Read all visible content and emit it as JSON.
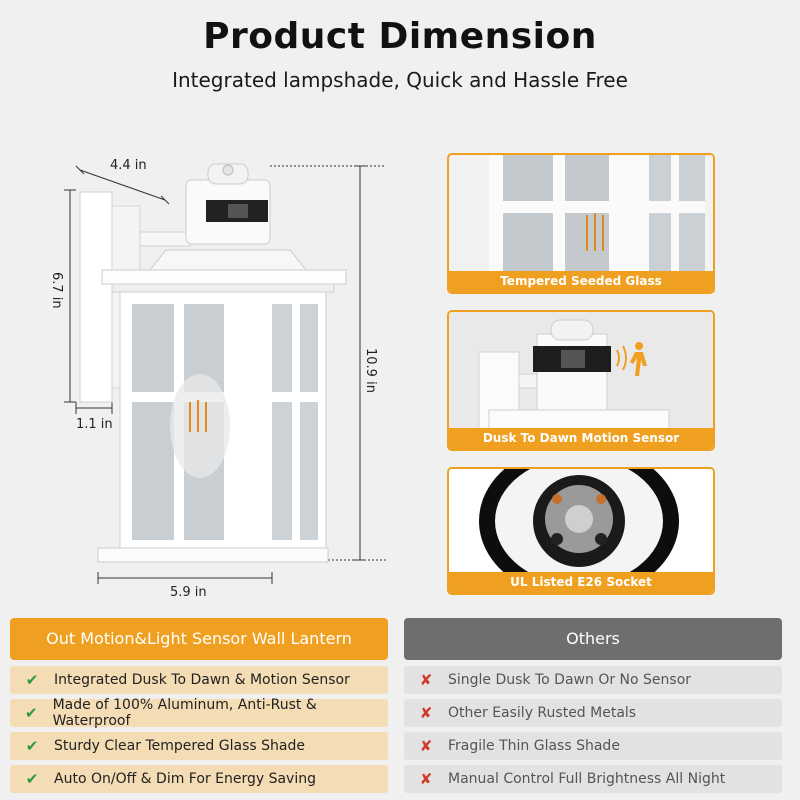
{
  "header": {
    "title": "Product Dimension",
    "subtitle": "Integrated lampshade, Quick and Hassle Free"
  },
  "dimensions": {
    "depth": "4.4 in",
    "back_height": "6.7 in",
    "total_height": "10.9 in",
    "base": "1.1 in",
    "width": "5.9 in"
  },
  "details": [
    {
      "caption": "Tempered Seeded Glass"
    },
    {
      "caption": "Dusk To Dawn Motion Sensor"
    },
    {
      "caption": "UL Listed E26 Socket"
    }
  ],
  "comparison": {
    "ours": {
      "title": "Out Motion&Light Sensor Wall Lantern",
      "items": [
        "Integrated Dusk To Dawn & Motion Sensor",
        "Made of 100% Aluminum, Anti-Rust & Waterproof",
        "Sturdy Clear Tempered Glass Shade",
        "Auto On/Off & Dim For Energy Saving"
      ]
    },
    "others": {
      "title": "Others",
      "items": [
        "Single Dusk To Dawn Or No Sensor",
        "Other Easily Rusted Metals",
        "Fragile Thin Glass Shade",
        "Manual Control Full Brightness All Night"
      ]
    }
  },
  "colors": {
    "accent": "#f0a020",
    "others_header": "#6e6e6e",
    "check": "#2a9a3a",
    "cross": "#d03a2a"
  },
  "icons": {
    "ours_mark": "check-icon",
    "others_mark": "cross-icon"
  }
}
